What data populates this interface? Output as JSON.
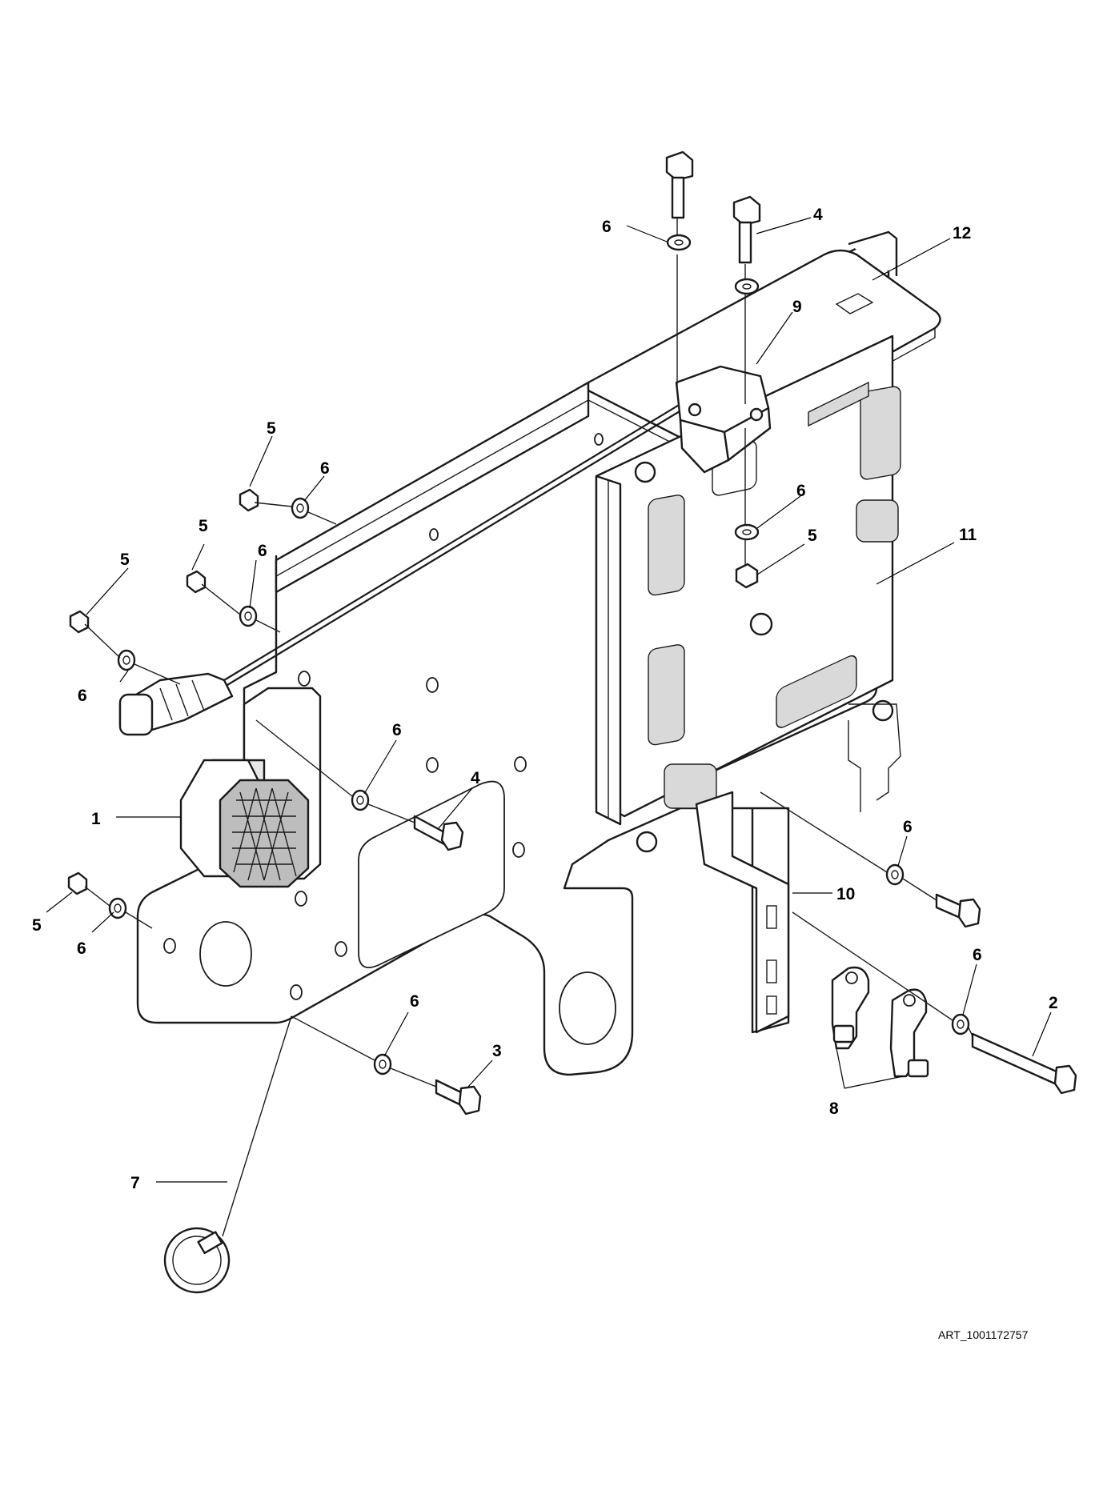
{
  "diagram": {
    "art_id": "ART_1001172757",
    "callouts": [
      {
        "id": "c6-top",
        "label": "6"
      },
      {
        "id": "c4-top",
        "label": "4"
      },
      {
        "id": "c12",
        "label": "12"
      },
      {
        "id": "c9",
        "label": "9"
      },
      {
        "id": "c5-a",
        "label": "5"
      },
      {
        "id": "c6-a",
        "label": "6"
      },
      {
        "id": "c5-b",
        "label": "5"
      },
      {
        "id": "c6-b",
        "label": "6"
      },
      {
        "id": "c5-c",
        "label": "5"
      },
      {
        "id": "c6-c",
        "label": "6"
      },
      {
        "id": "c6-mid",
        "label": "6"
      },
      {
        "id": "c5-mid",
        "label": "5"
      },
      {
        "id": "c11",
        "label": "11"
      },
      {
        "id": "c6-sounder",
        "label": "6"
      },
      {
        "id": "c4-sounder",
        "label": "4"
      },
      {
        "id": "c1",
        "label": "1"
      },
      {
        "id": "c6-right",
        "label": "6"
      },
      {
        "id": "c10",
        "label": "10"
      },
      {
        "id": "c5-d",
        "label": "5"
      },
      {
        "id": "c6-d",
        "label": "6"
      },
      {
        "id": "c6-lower-right",
        "label": "6"
      },
      {
        "id": "c2",
        "label": "2"
      },
      {
        "id": "c6-bottom",
        "label": "6"
      },
      {
        "id": "c3",
        "label": "3"
      },
      {
        "id": "c8",
        "label": "8"
      },
      {
        "id": "c7",
        "label": "7"
      }
    ]
  }
}
